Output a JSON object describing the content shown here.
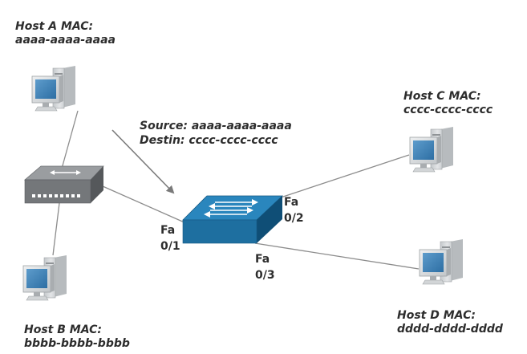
{
  "hosts": {
    "a": {
      "title": "Host A MAC:",
      "mac": "aaaa-aaaa-aaaa"
    },
    "b": {
      "title": "Host B MAC:",
      "mac": "bbbb-bbbb-bbbb"
    },
    "c": {
      "title": "Host C MAC:",
      "mac": "cccc-cccc-cccc"
    },
    "d": {
      "title": "Host D MAC:",
      "mac": "dddd-dddd-dddd"
    }
  },
  "frame": {
    "source": "Source: aaaa-aaaa-aaaa",
    "destination": "Destin: cccc-cccc-cccc"
  },
  "ports": {
    "p1": {
      "type": "Fa",
      "num": "0/1"
    },
    "p2": {
      "type": "Fa",
      "num": "0/2"
    },
    "p3": {
      "type": "Fa",
      "num": "0/3"
    }
  },
  "colors": {
    "switch": "#1e6fa0",
    "hub": "#6e7173",
    "link": "#8c8c8c",
    "screen": "#3d7fb5"
  }
}
